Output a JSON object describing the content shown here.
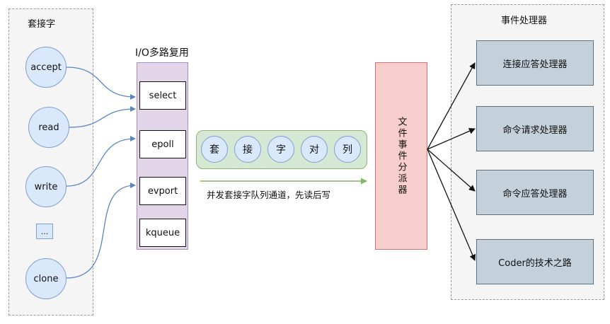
{
  "sockets": {
    "title": "套接字",
    "items": [
      "accept",
      "read",
      "write",
      "...",
      "clone"
    ]
  },
  "multiplexer": {
    "title": "I/O多路复用",
    "items": [
      "select",
      "epoll",
      "evport",
      "kqueue"
    ]
  },
  "queue": {
    "chars": [
      "套",
      "接",
      "字",
      "对",
      "列"
    ],
    "label": "并发套接字队列通道，先读后写"
  },
  "dispatcher": {
    "label": "文件事件分派器"
  },
  "handlers": {
    "title": "事件处理器",
    "items": [
      "连接应答处理器",
      "命令请求处理器",
      "命令应答处理器",
      "Coder的技术之路"
    ]
  },
  "colors": {
    "socket_fill": "#dae8fc",
    "mux_fill": "#e1d5e7",
    "queue_fill": "#d5e8d4",
    "dispatcher_fill": "#f8cecc",
    "handler_fill": "#c4d0da",
    "socket_arrow": "#5b86c4",
    "queue_arrow": "#82b366"
  }
}
